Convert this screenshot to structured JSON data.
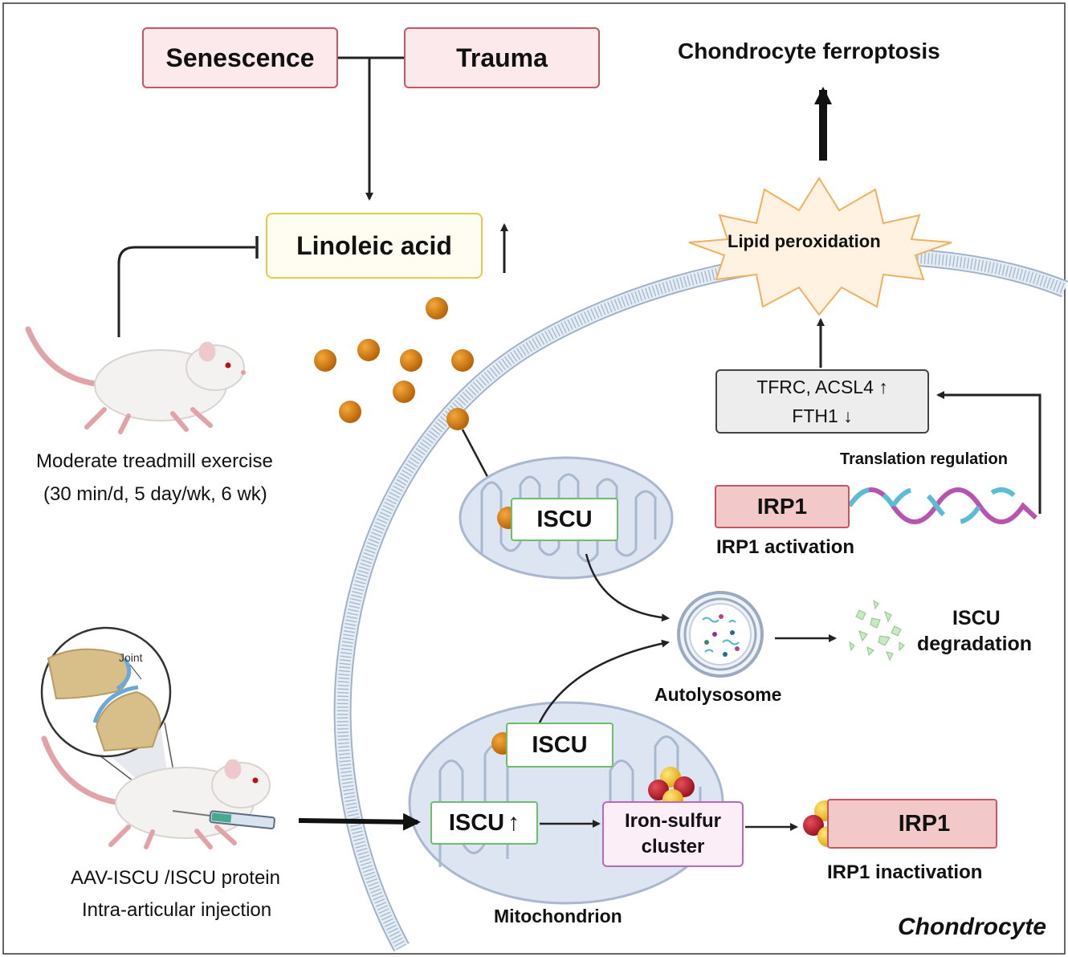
{
  "colors": {
    "pink_box_fill": "#fbe9ec",
    "pink_box_border": "#c9565f",
    "yellow_box_fill": "#fffdf2",
    "yellow_box_border": "#e8c84a",
    "green_box_border": "#6dbd6a",
    "grey_box_fill": "#ededed",
    "irp1_fill": "#f2c8c8",
    "irp1_border": "#c9565f",
    "lavender_box_fill": "#fbeef7",
    "lavender_box_border": "#b56ab3",
    "starburst_fill": "#fff2e0",
    "starburst_border": "#f0b060",
    "membrane": "#b8c8da",
    "mitochondrion_fill": "#dde5f2",
    "linoleic_particle": "#d9800f",
    "iron_sulfur_red": "#c21d2b",
    "iron_sulfur_yellow": "#f3c326",
    "mrna_cyan": "#5bbcd6",
    "mrna_magenta": "#b854b0"
  },
  "icons": [
    "rat-icon",
    "rat-injection-icon",
    "joint-inset-icon",
    "syringe-icon",
    "mitochondrion-icon",
    "autolysosome-icon",
    "degradation-fragments-icon",
    "mrna-strand-icon",
    "iron-sulfur-cluster-icon",
    "linoleic-particle-icon",
    "cell-membrane-icon",
    "starburst-icon"
  ],
  "labels": {
    "senescence": "Senescence",
    "trauma": "Trauma",
    "linoleic_acid": "Linoleic acid",
    "up_arrow": "↑",
    "chondrocyte_ferroptosis": "Chondrocyte ferroptosis",
    "lipid_peroxidation": "Lipid peroxidation",
    "tfrc_acsl4": "TFRC, ACSL4 ↑",
    "fth1": "FTH1 ↓",
    "translation_regulation": "Translation regulation",
    "irp1": "IRP1",
    "irp1_activation": "IRP1 activation",
    "exercise_line1": "Moderate treadmill exercise",
    "exercise_line2": "(30 min/d, 5 day/wk, 6 wk)",
    "iscu": "ISCU",
    "iscu_degradation_line1": "ISCU",
    "iscu_degradation_line2": "degradation",
    "autolysosome": "Autolysosome",
    "joint": "Joint",
    "iron_sulfur_line1": "Iron-sulfur",
    "iron_sulfur_line2": "cluster",
    "irp1_inactivation": "IRP1 inactivation",
    "aav_line1": "AAV-ISCU /ISCU protein",
    "aav_line2": "Intra-articular injection",
    "mitochondrion": "Mitochondrion",
    "chondrocyte": "Chondrocyte"
  }
}
